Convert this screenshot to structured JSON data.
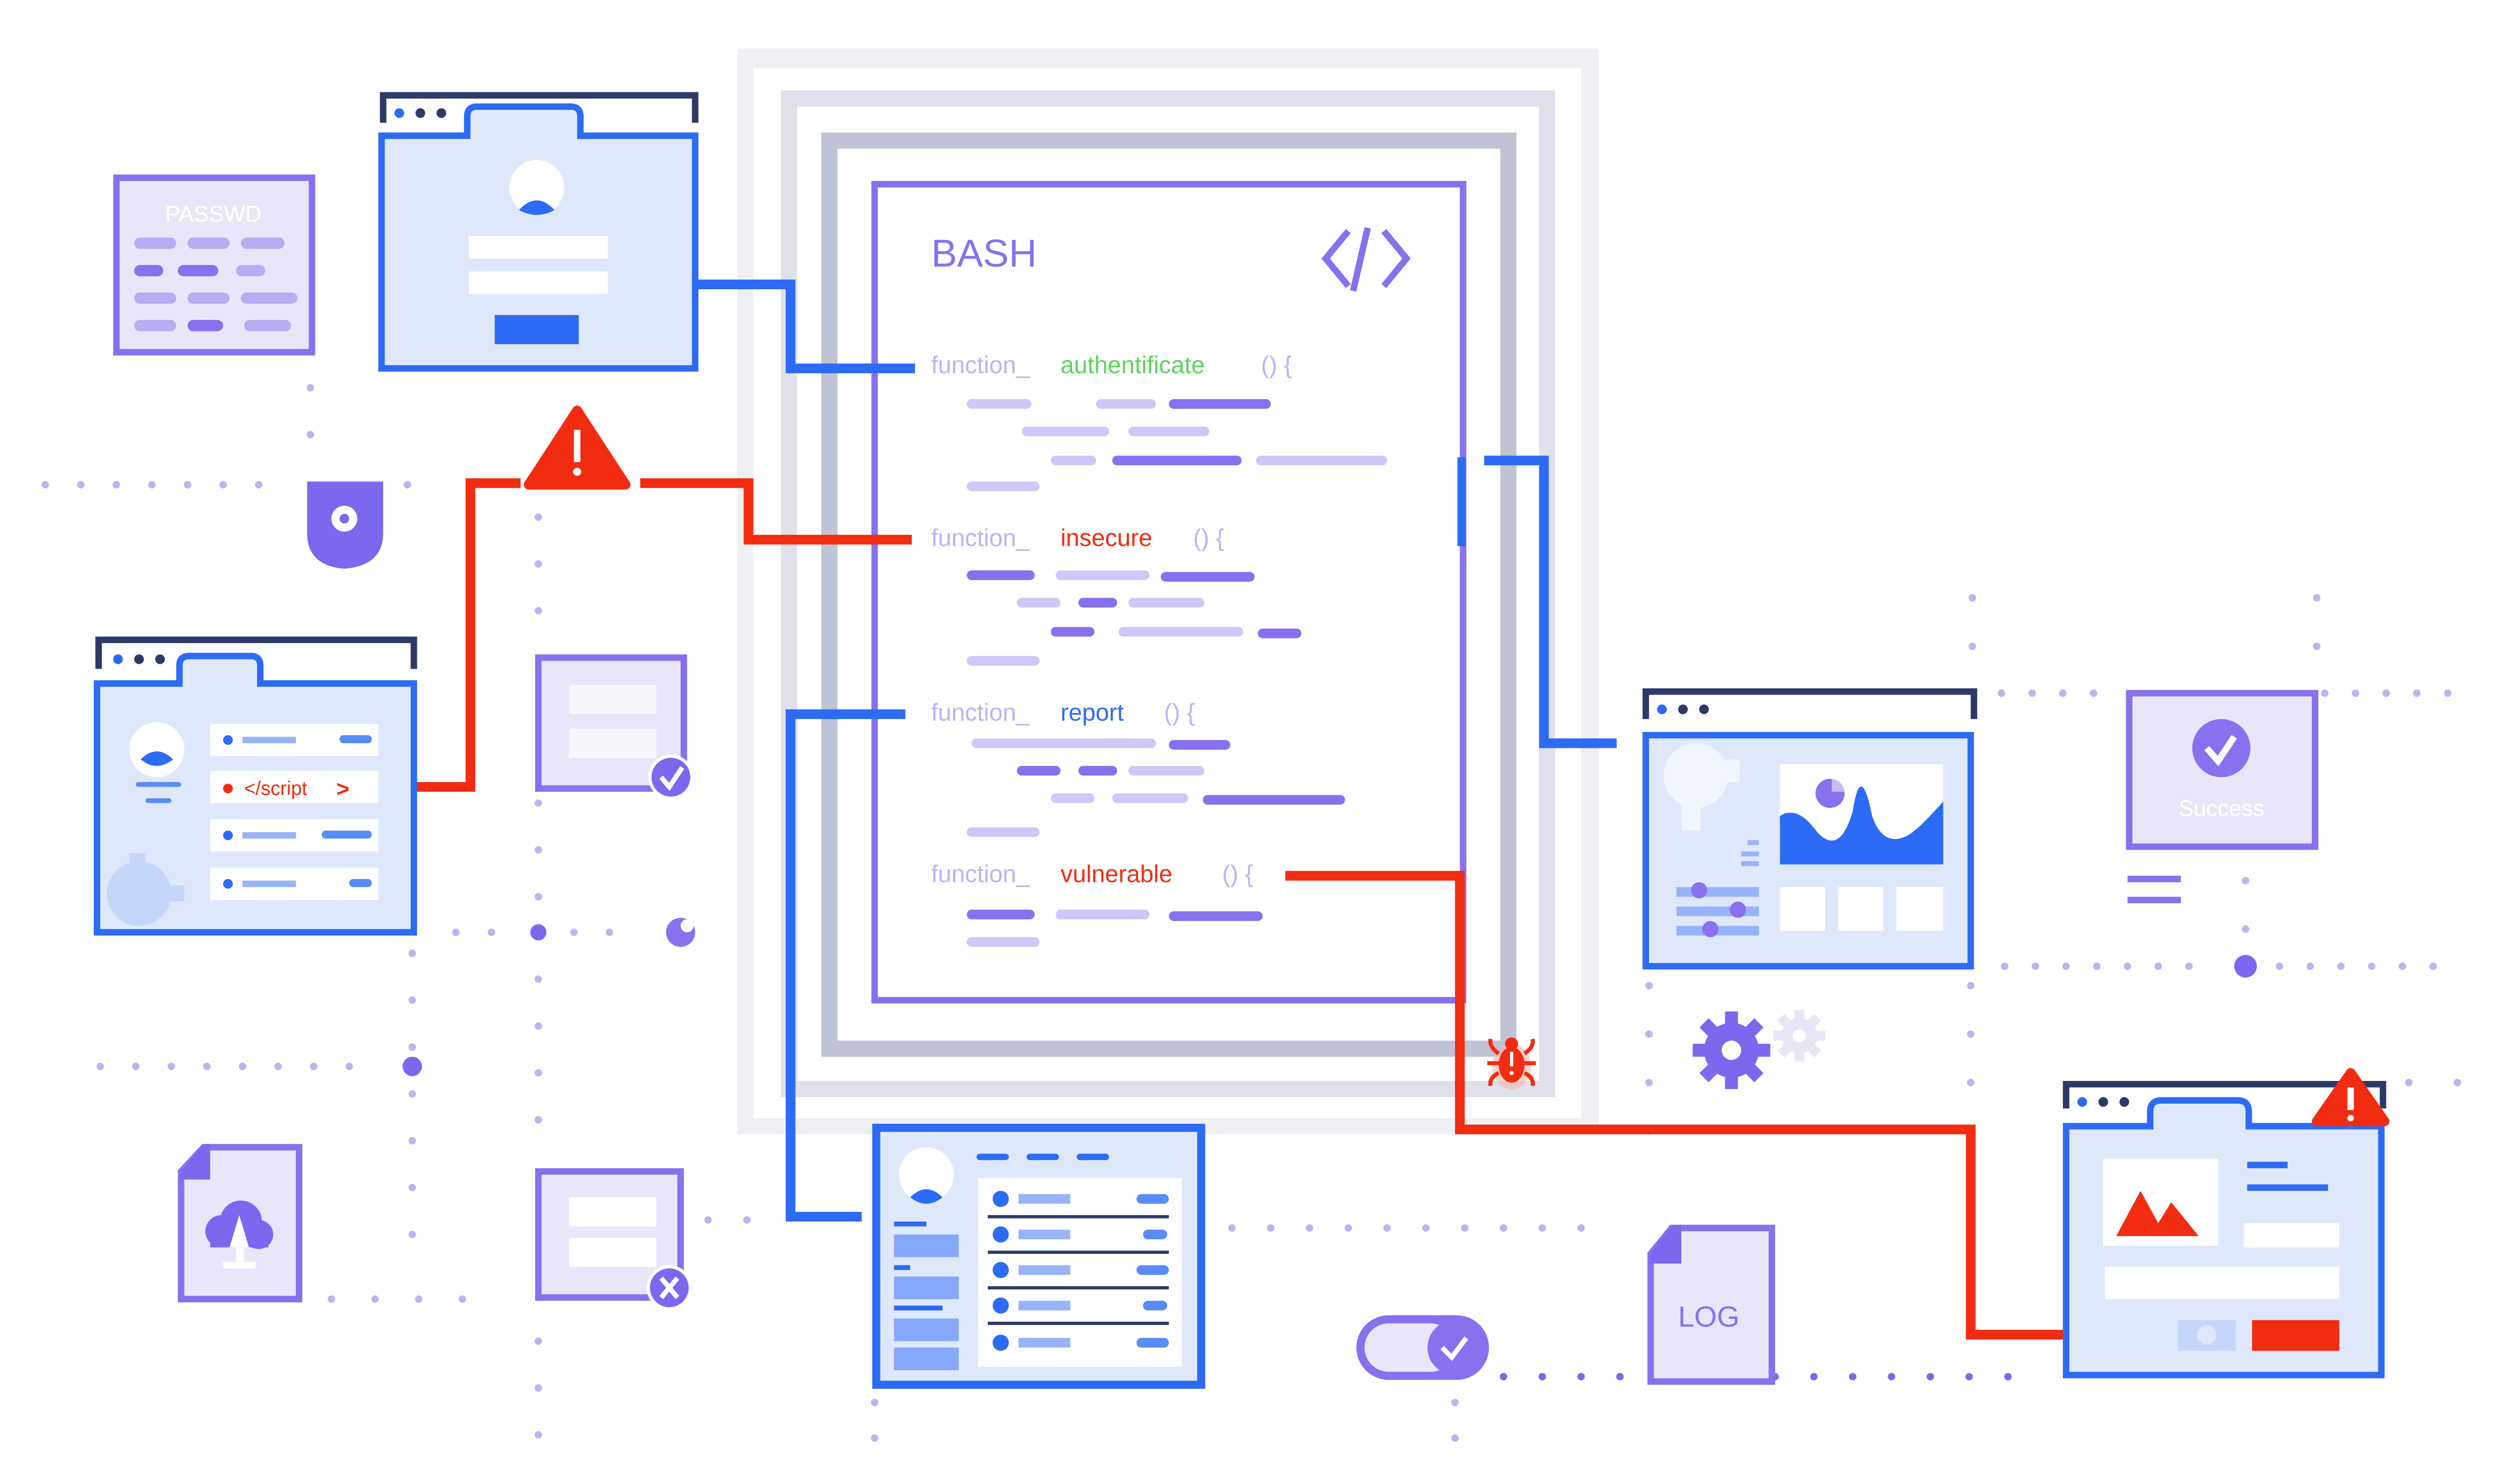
{
  "passwd_card": {
    "title": "PASSWD"
  },
  "bash_panel": {
    "title": "BASH",
    "code_icon": "code-brackets-icon",
    "functions": [
      {
        "keyword": "function_",
        "name": "authentificate",
        "signature": "() {",
        "status": "ok",
        "color": "#5ad45a"
      },
      {
        "keyword": "function_",
        "name": "insecure",
        "signature": "() {",
        "status": "danger",
        "color": "#f22c10"
      },
      {
        "keyword": "function_",
        "name": "report",
        "signature": "() {",
        "status": "info",
        "color": "#2c6bf5"
      },
      {
        "keyword": "function_",
        "name": "vulnerable",
        "signature": "() {",
        "status": "danger",
        "color": "#f22c10"
      }
    ]
  },
  "script_window": {
    "injected_label": "</script",
    "close_glyph": ">"
  },
  "success_card": {
    "label": "Success"
  },
  "log_file": {
    "label": "LOG"
  },
  "icons": {
    "warning": "warning-triangle-icon",
    "bug": "bug-icon",
    "shield": "shield-gear-icon",
    "gear": "gear-icon",
    "cloud_upload": "cloud-upload-icon",
    "check": "check-circle-icon",
    "close": "close-circle-icon",
    "toggle": "toggle-check-icon"
  },
  "colors": {
    "primary_blue": "#2c6bf5",
    "purple": "#7b68ee",
    "light_purple": "#bcb3f2",
    "danger_red": "#f22c10",
    "navy": "#2d3a66",
    "panel_fill": "#dfe8fb",
    "card_fill": "#eae6f9",
    "success_green": "#5ad45a"
  }
}
